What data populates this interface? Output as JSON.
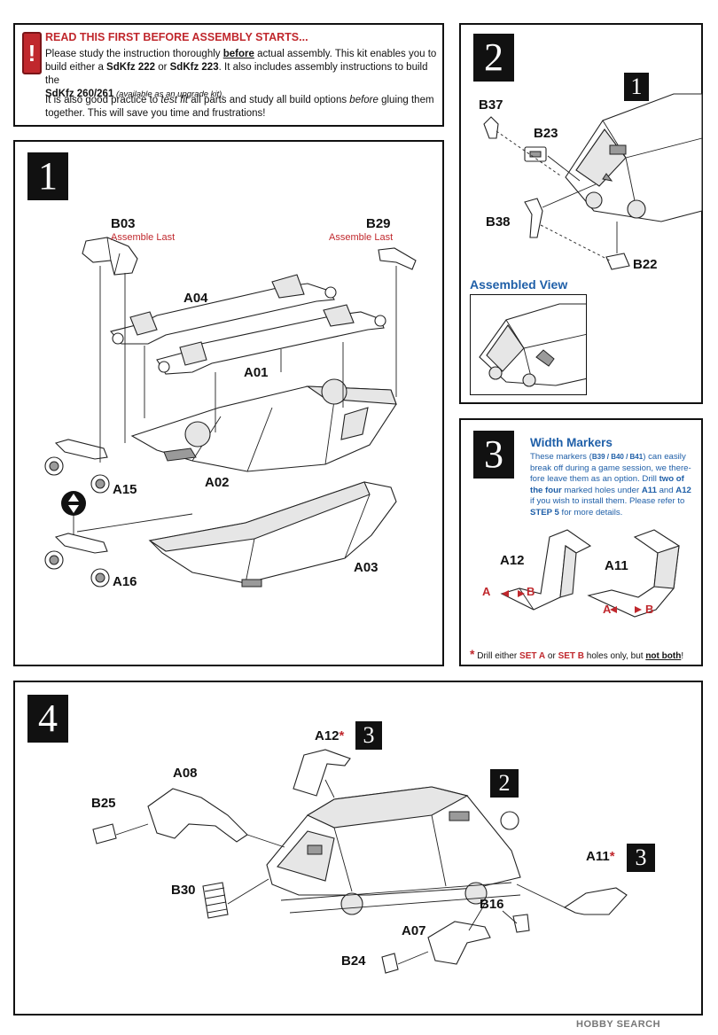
{
  "notice": {
    "title": "READ THIS FIRST BEFORE ASSEMBLY STARTS...",
    "p1_a": "Please study the instruction thoroughly ",
    "p1_b": "before",
    "p1_c": " actual assembly.  This kit enables you to",
    "p1_d": "build either a ",
    "p1_e": "SdKfz 222",
    "p1_f": " or ",
    "p1_g": "SdKfz 223",
    "p1_h": ".  It also includes assembly instructions to build the",
    "p1_i": "SdKfz 260/261",
    "p1_j": " (available as an upgrade kit).",
    "p2_a": "It is also good practice to ",
    "p2_b": "test fit",
    "p2_c": " all parts and study all build options ",
    "p2_d": "before",
    "p2_e": " gluing them",
    "p2_f": "together.  This will save you time and frustrations!",
    "icon": "exclamation-icon"
  },
  "step1": {
    "number": "1",
    "b03": "B03",
    "b03_note": "Assemble Last",
    "b29": "B29",
    "b29_note": "Assemble Last",
    "a04": "A04",
    "a01": "A01",
    "a02": "A02",
    "a03": "A03",
    "a15": "A15",
    "a16": "A16",
    "swap_icon": "swap-arrows-icon"
  },
  "step2": {
    "number": "2",
    "ref": "1",
    "b37": "B37",
    "b23": "B23",
    "b38": "B38",
    "b22": "B22",
    "assembled_view": "Assembled View"
  },
  "step3": {
    "number": "3",
    "title": "Width Markers",
    "t1": "These markers (",
    "t2": "B39 / B40 / B41",
    "t3": ") can easily",
    "t4": "break off during a game session, we there-",
    "t5": "fore leave them as an option.  Drill ",
    "t6": "two of",
    "t7": "the four",
    "t8": " marked holes under ",
    "t9": "A11",
    "t10": " and ",
    "t11": "A12",
    "t12": "if you wish to install them.  Please refer to",
    "t13": "STEP 5",
    "t14": " for more details.",
    "a12": "A12",
    "a11": "A11",
    "a": "A",
    "b": "B",
    "star": "*",
    "f1": "Drill either ",
    "f2": "SET A",
    "f3": " or ",
    "f4": "SET B",
    "f5": " holes only, but ",
    "f6": "not both",
    "f7": "!"
  },
  "step4": {
    "number": "4",
    "ref2": "2",
    "ref3a": "3",
    "ref3b": "3",
    "a12": "A12",
    "a08": "A08",
    "b25": "B25",
    "b30": "B30",
    "a07": "A07",
    "b24": "B24",
    "b16": "B16",
    "a11": "A11",
    "star": "*"
  },
  "watermark": "HOBBY SEARCH",
  "colors": {
    "accent_red": "#c0282d",
    "title_blue": "#1f5fa8",
    "dark": "#111111"
  }
}
